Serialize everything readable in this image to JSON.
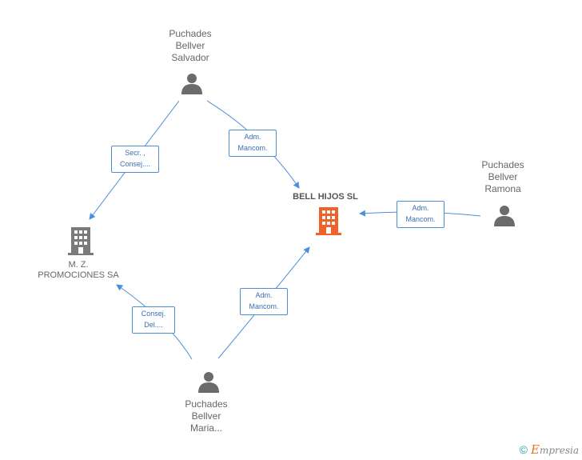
{
  "nodes": {
    "salvador": {
      "lines": [
        "Puchades",
        "Bellver",
        "Salvador"
      ]
    },
    "ramona": {
      "lines": [
        "Puchades",
        "Bellver",
        "Ramona"
      ]
    },
    "maria": {
      "lines": [
        "Puchades",
        "Bellver",
        "Maria..."
      ]
    },
    "bell_hijos": {
      "name": "BELL HIJOS SL"
    },
    "mz": {
      "lines": [
        "M. Z.",
        "PROMOCIONES SA"
      ]
    }
  },
  "edges": {
    "salvador_mz": [
      "Secr. ,",
      "Consej...."
    ],
    "salvador_bell": [
      "Adm.",
      "Mancom."
    ],
    "ramona_bell": [
      "Adm.",
      "Mancom."
    ],
    "maria_bell": [
      "Adm.",
      "Mancom."
    ],
    "maria_mz": [
      "Consej.",
      "Del...."
    ]
  },
  "colors": {
    "person": "#6b6b6b",
    "company": "#7a7a7a",
    "main_company": "#f0622a",
    "edge": "#4a90d9"
  },
  "footer": {
    "copyright": "©",
    "brand_initial": "E",
    "brand_rest": "mpresia"
  }
}
